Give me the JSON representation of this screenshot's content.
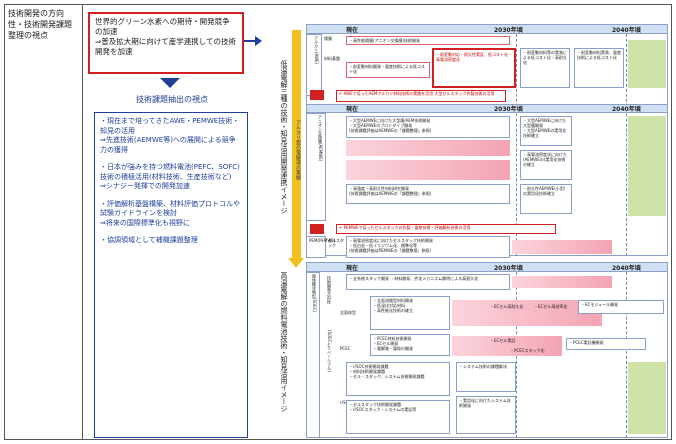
{
  "left_panel": {
    "title": "技術開発の方向性・技術開発課題整理の視点",
    "boxed_text": "世界的グリーン水素への期待・開発競争の加速\n⇒普及拡大期に向けて産学連携しての技術開発を加速",
    "subtitle": "技術課題抽出の視点",
    "bullets": [
      "・現在まで培ってきたAWE・PEMWE技術・知見の活用\n⇒先進技術(AEMWE等)への展開による競争力の獲得",
      "・日本が強みを持つ燃料電池(PEFC、SOFC)技術の積極活用(材料技術、生産技術など)\n⇒シナジー発揮での開発加速",
      "・評価解析基盤構築、材料評価プロトコルや試験ガイドラインを検討\n⇒将来の国際標準化も視野に",
      "・協調領域として補機課題整理"
    ]
  },
  "middle_labels": {
    "top": "低温電解三種の技術・知見活用開発連携イメージ",
    "bottom": "高温電解の燃料電池技術・知見活用イメージ",
    "arrow_text": "アルカリ型の電解液の実績"
  },
  "timeline": {
    "now": "現在",
    "y2030": "2030年頃",
    "y2040": "2040年頃"
  },
  "alkaline": {
    "row_label": "アルカリ(AWE)",
    "sub1": "隔膜",
    "sub2": "材料基盤",
    "top_cell": "・高性能隔膜(アニオン交換膜)技術開発",
    "left_cell": "・耐変動材料開発・量産技術による低コスト化",
    "pink_cell": "・耐変動対応・耐久性実証、低コスト化・高電流密度化",
    "right_cell": "・耐変動材料等の実装による低コスト化・高耐久化",
    "far_right_cell": "・耐変動材料実装、量産技術による低コスト化",
    "callout": "✔ AWEで培ったAEMアルカリ材料技術の実績を活用 大型セルスタック作製技術の活用"
  },
  "aem": {
    "row_label": "アニオン交換膜(AEMWE)",
    "cells": [
      "・大型AEMWEに向けた大型膜/AEM技術開発\n・大型AEMWEのプロトタイプ開発\n(技術課題評価はAEMWEの「課題整理」参照)",
      "・大型AEMWEに向けた大型膜開発\n・大型AEMWEの実用化技術確立",
      "・高電流密度化に向けた(AEMWEの)実用化技術の確立",
      "・高強度・高耐久性材料研究開発\n(技術課題評価はAEMWEの「課題整理」参照)",
      "・耐久性AEMWE(小型)の実用化技術確立"
    ],
    "callout": "✔ PEMWEで培ったセルスタックの作製・量産技術・評価解析技術の活用"
  },
  "pem": {
    "row_label": "PEM(PEMWE)",
    "sub": "セルスタック",
    "cell": "・高電流密度化に向けたセルスタック技術開発\n・低白金・低イリジウム化、標準化等\n(技術課題評価はPEMWEの「課題整理」参照)"
  },
  "soec": {
    "row_label": "固体酸化物形(SOEC)",
    "col_label": "技術開発方向性",
    "sub_label": "(SOECとリバーシブル)",
    "rows": [
      {
        "label": "全固体型",
        "left": "・全系統スタック開発\n・材料開発、劣化メカニズム解明による高耐久化",
        "mid": "・全面流路型材料開発\n・低温化対応材料\n・高性能化技術の確立",
        "right1": "・ECセル高耐久化",
        "right2": "・ECセル高効率化",
        "right3": "・ECモジュール開発"
      },
      {
        "label": "PCEC",
        "left": "・PCEC材料技術開発\n・ECセル開発\n・電解質・電極の開発",
        "mid": "",
        "right1": "・ECセル実証",
        "right2": "・PCECスタック化",
        "right3": "・PCEC実証機開発"
      },
      {
        "label": "r/SOC",
        "left": "・r/SOC技術開発課題\n・材料技術開発課題\n・セル・スタック、システム技術開発課題",
        "mid": "・セルスタック技術開発課題\n・r/SOCスタック・システムの実証等",
        "right1": "・システム技術の課題解決",
        "right2": "・実用化に向けたシステム技術開発",
        "right3": ""
      }
    ]
  }
}
